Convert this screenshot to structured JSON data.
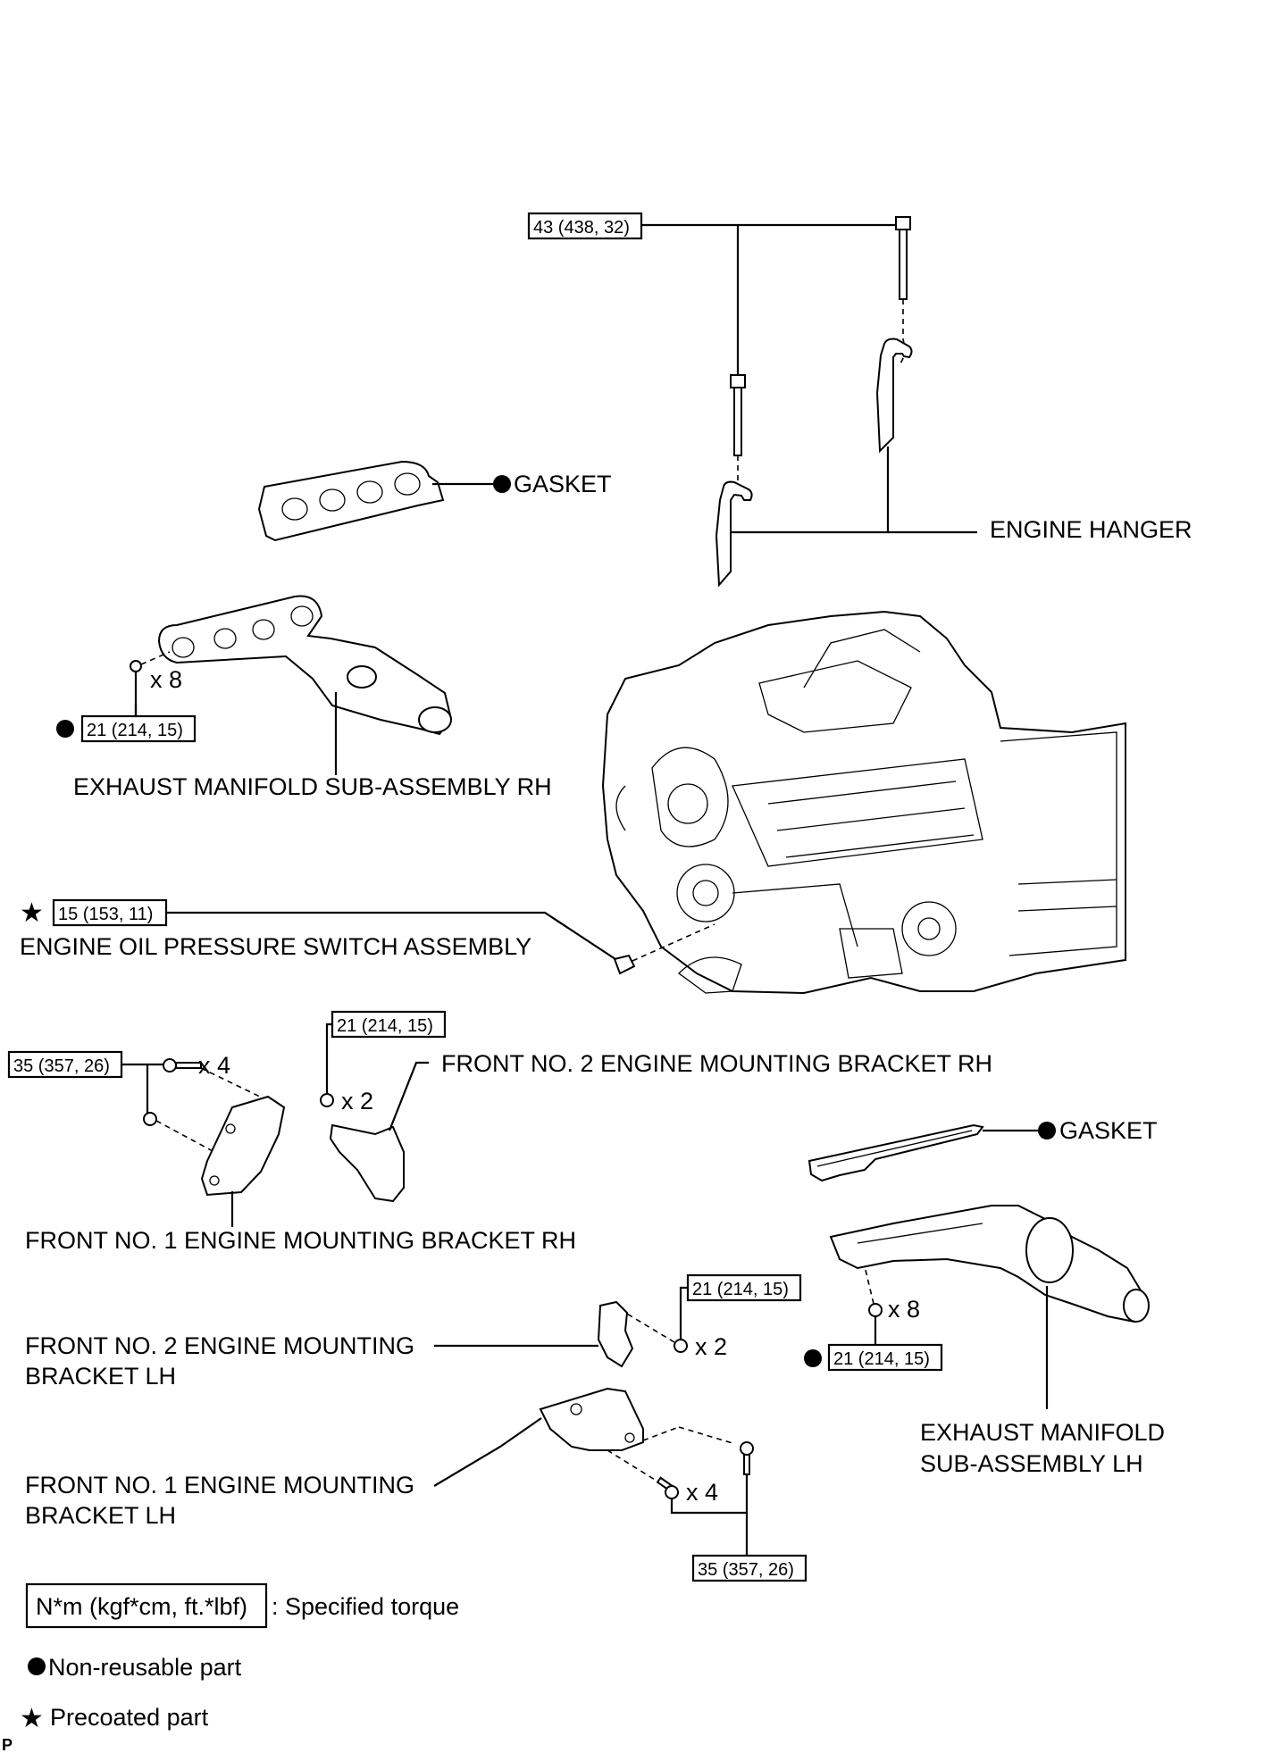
{
  "torques": {
    "engine_hanger": "43 (438, 32)",
    "manifold_rh": "21 (214, 15)",
    "oil_pressure_switch": "15 (153, 11)",
    "bracket_no2_rh": "21 (214, 15)",
    "bracket_no1_rh": "35 (357, 26)",
    "bracket_no2_lh": "21 (214, 15)",
    "manifold_lh": "21 (214, 15)",
    "bracket_no1_lh": "35 (357, 26)"
  },
  "labels": {
    "gasket_rh": "GASKET",
    "engine_hanger": "ENGINE HANGER",
    "exhaust_manifold_rh": "EXHAUST MANIFOLD SUB-ASSEMBLY RH",
    "oil_pressure_switch": "ENGINE OIL PRESSURE SWITCH ASSEMBLY",
    "bracket_no2_rh": "FRONT NO. 2 ENGINE MOUNTING BRACKET RH",
    "bracket_no1_rh": "FRONT NO. 1 ENGINE MOUNTING BRACKET RH",
    "gasket_lh": "GASKET",
    "bracket_no2_lh_line1": "FRONT NO. 2 ENGINE MOUNTING",
    "bracket_no2_lh_line2": "BRACKET LH",
    "bracket_no1_lh_line1": "FRONT NO. 1 ENGINE MOUNTING",
    "bracket_no1_lh_line2": "BRACKET LH",
    "exhaust_manifold_lh_line1": "EXHAUST MANIFOLD",
    "exhaust_manifold_lh_line2": "SUB-ASSEMBLY LH"
  },
  "quantities": {
    "manifold_rh_nuts": "x 8",
    "bracket_no1_rh_bolts": "x 4",
    "bracket_no2_rh_nuts": "x 2",
    "bracket_no2_lh_nuts": "x 2",
    "manifold_lh_nuts": "x 8",
    "bracket_no1_lh_bolts": "x 4"
  },
  "legend": {
    "torque_unit": "N*m (kgf*cm, ft.*lbf)",
    "torque_desc": ": Specified torque",
    "non_reusable": "Non-reusable part",
    "precoated": "Precoated part"
  },
  "corner_mark": "P"
}
